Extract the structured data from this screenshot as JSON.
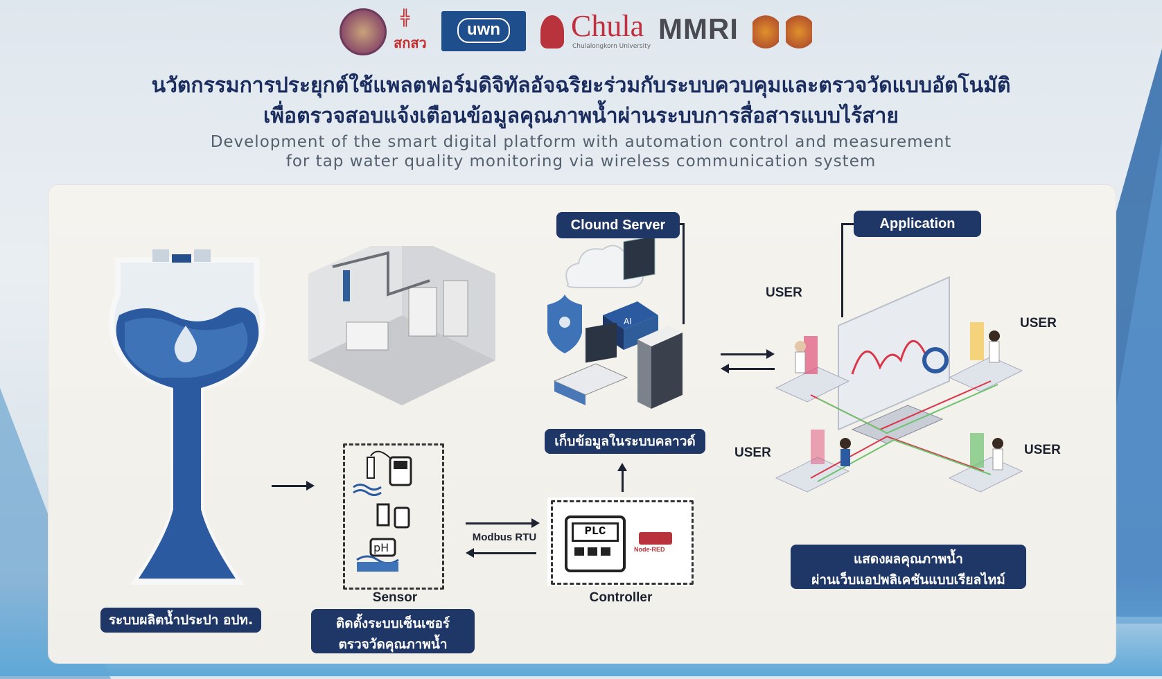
{
  "logos": {
    "skso": "สกสว",
    "uwn": "uwn",
    "chula": "Chula",
    "chula_sub": "Chulalongkorn University",
    "mmri": "MMRI"
  },
  "title": {
    "th_line1": "นวัตกรรมการประยุกต์ใช้แพลตฟอร์มดิจิทัลอัจฉริยะร่วมกับระบบควบคุมและตรวจวัดแบบอัตโนมัติ",
    "th_line2": "เพื่อตรวจสอบแจ้งเตือนข้อมูลคุณภาพน้ำผ่านระบบการสื่อสารแบบไร้สาย",
    "en_line1": "Development of the smart digital platform with automation control and measurement",
    "en_line2": "for tap water quality monitoring via wireless communication system"
  },
  "diagram": {
    "cloud_server_label": "Clound Server",
    "application_label": "Application",
    "cloud_storage_label": "เก็บข้อมูลในระบบคลาวด์",
    "water_system_label": "ระบบผลิตน้ำประปา อปท.",
    "sensor_label": "Sensor",
    "sensor_install_line1": "ติดตั้งระบบเซ็นเซอร์",
    "sensor_install_line2": "ตรวจวัดคุณภาพน้ำ",
    "modbus_label": "Modbus RTU",
    "controller_label": "Controller",
    "plc_label": "PLC",
    "nodered_label": "Node-RED",
    "ph_label": "pH",
    "ai_label": "AI",
    "display_line1": "แสดงผลคุณภาพน้ำ",
    "display_line2": "ผ่านเว็บแอปพลิเคชันแบบเรียลไทม์",
    "users": [
      "USER",
      "USER",
      "USER",
      "USER"
    ]
  },
  "colors": {
    "navy_tag": "#1e3767",
    "title_navy": "#1b2c5e",
    "water_blue": "#2b5aa0",
    "panel_bg": "#f3f2ed"
  }
}
